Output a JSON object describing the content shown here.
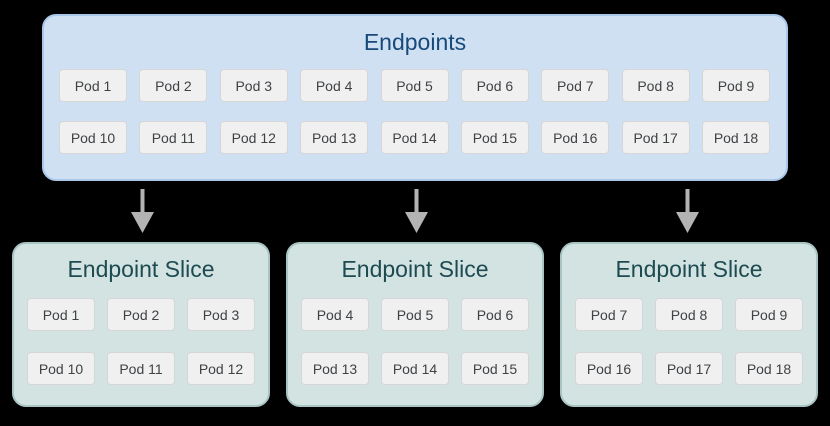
{
  "colors": {
    "background": "#000000",
    "endpoints_bg": "#cfe0f3",
    "endpoints_border": "#a9c7e8",
    "endpoints_title": "#17497a",
    "slice_bg": "#d3e3e2",
    "slice_border": "#a8c5c4",
    "slice_title": "#1d4b51",
    "pod_bg": "#f0f0f0",
    "pod_border": "#d6d6d6",
    "pod_text": "#3f4245",
    "arrow": "#b3b3b3"
  },
  "endpoints": {
    "title": "Endpoints",
    "rows": [
      [
        "Pod 1",
        "Pod 2",
        "Pod 3",
        "Pod 4",
        "Pod 5",
        "Pod 6",
        "Pod 7",
        "Pod 8",
        "Pod 9"
      ],
      [
        "Pod 10",
        "Pod 11",
        "Pod 12",
        "Pod 13",
        "Pod 14",
        "Pod 15",
        "Pod 16",
        "Pod 17",
        "Pod 18"
      ]
    ]
  },
  "arrows": [
    "arrow-down-icon",
    "arrow-down-icon",
    "arrow-down-icon"
  ],
  "slices": [
    {
      "title": "Endpoint Slice",
      "rows": [
        [
          "Pod 1",
          "Pod 2",
          "Pod 3"
        ],
        [
          "Pod 10",
          "Pod 11",
          "Pod 12"
        ]
      ]
    },
    {
      "title": "Endpoint Slice",
      "rows": [
        [
          "Pod 4",
          "Pod 5",
          "Pod 6"
        ],
        [
          "Pod 13",
          "Pod 14",
          "Pod 15"
        ]
      ]
    },
    {
      "title": "Endpoint Slice",
      "rows": [
        [
          "Pod 7",
          "Pod 8",
          "Pod 9"
        ],
        [
          "Pod 16",
          "Pod 17",
          "Pod 18"
        ]
      ]
    }
  ]
}
